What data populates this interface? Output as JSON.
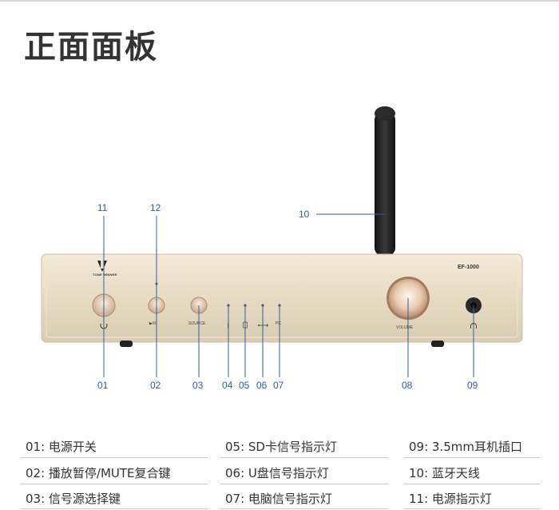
{
  "title": "正面面板",
  "device": {
    "brand": "TONE WINNER",
    "model": "EF-1000",
    "source_label": "SOURCE",
    "volume_label": "VOLUME",
    "pc_label": "PC",
    "play_label": "▶/II"
  },
  "callouts": [
    "11",
    "12",
    "10",
    "01",
    "02",
    "03",
    "04",
    "05",
    "06",
    "07",
    "08",
    "09"
  ],
  "legend": [
    [
      "01:  电源开关",
      "05:  SD卡信号指示灯",
      "09:  3.5mm耳机插口"
    ],
    [
      "02:  播放暂停/MUTE复合键",
      "06:  U盘信号指示灯",
      "10:  蓝牙天线"
    ],
    [
      "03:  信号源选择键",
      "07:  电脑信号指示灯",
      "11:  电源指示灯"
    ]
  ]
}
